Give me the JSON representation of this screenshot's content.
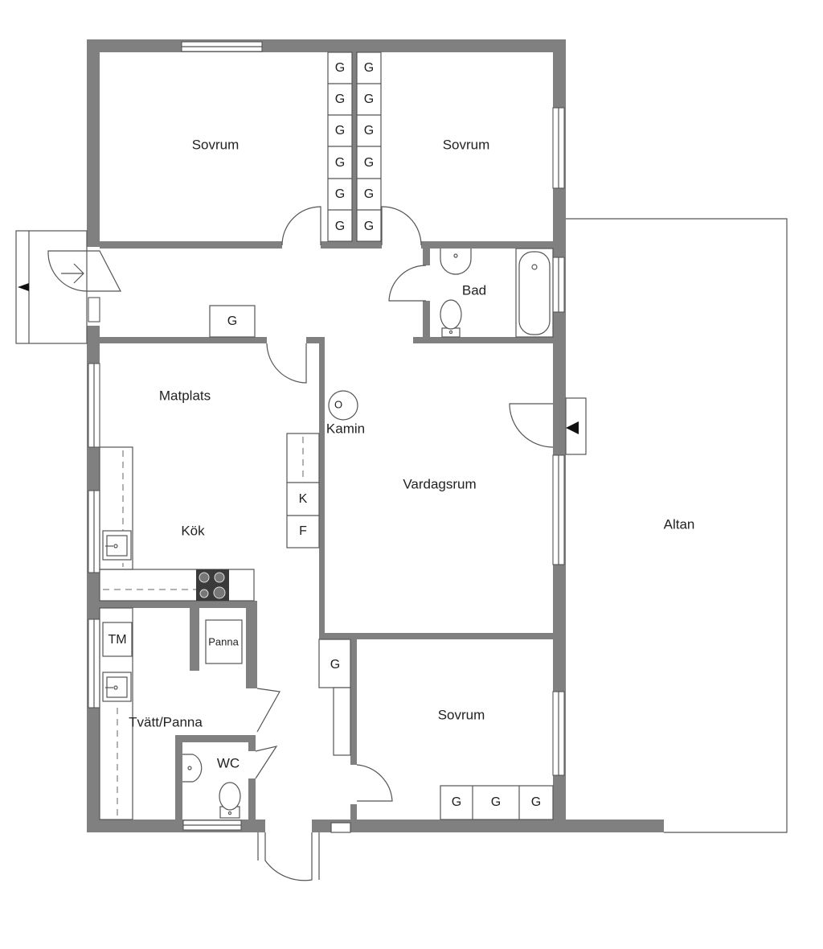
{
  "rooms": {
    "sovrum_1": "Sovrum",
    "sovrum_2": "Sovrum",
    "sovrum_3": "Sovrum",
    "bad": "Bad",
    "matplats": "Matplats",
    "kamin": "Kamin",
    "vardagsrum": "Vardagsrum",
    "altan": "Altan",
    "kok": "Kök",
    "tvatt_panna": "Tvätt/Panna",
    "wc": "WC"
  },
  "fixtures": {
    "wardrobe": "G",
    "fridge": "K",
    "freezer": "F",
    "washer": "TM",
    "boiler": "Panna",
    "fireplace_symbol": "O"
  },
  "colors": {
    "wall": "#808080",
    "line": "#555555",
    "stove": "#3a3a3a"
  }
}
